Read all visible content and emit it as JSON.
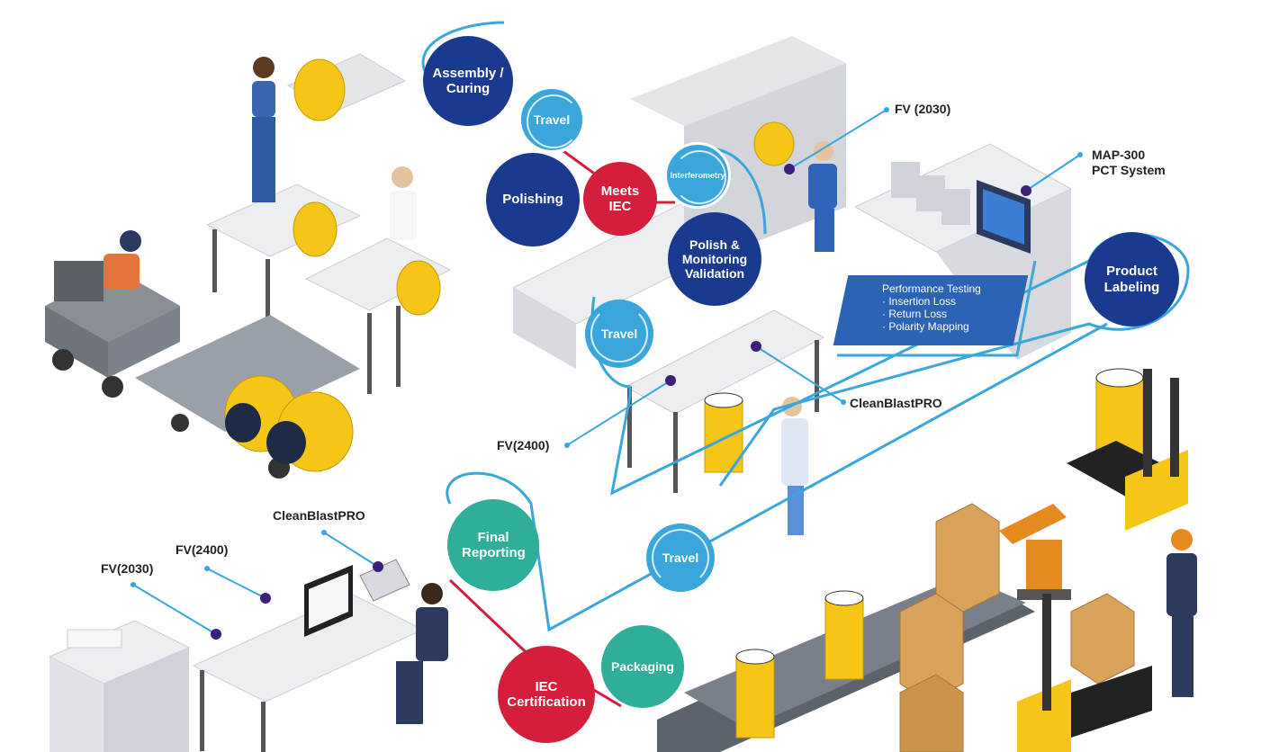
{
  "colors": {
    "navy": "#1a3a8f",
    "red": "#d41e3c",
    "teal": "#2fae9a",
    "light_blue": "#3aa6dc",
    "path_line": "#3aa6dc",
    "panel_blue": "#2b63b5",
    "coil_yellow": "#f5c518"
  },
  "process_steps": {
    "assembly": "Assembly / Curing",
    "travel_1": "Travel",
    "polishing": "Polishing",
    "meets_iec": "Meets IEC",
    "interferometry": "Interferometry",
    "polish_validation": "Polish & Monitoring Validation",
    "travel_2": "Travel",
    "product_labeling": "Product Labeling",
    "travel_3": "Travel",
    "final_reporting": "Final Reporting",
    "packaging": "Packaging",
    "iec_certification": "IEC Certification"
  },
  "callouts": {
    "fv2030_top": "FV (2030)",
    "map300_line1": "MAP-300",
    "map300_line2": "PCT System",
    "cleanblast_mid": "CleanBlastPRO",
    "fv2400_mid": "FV(2400)",
    "cleanblast_bottom": "CleanBlastPRO",
    "fv2400_bottom": "FV(2400)",
    "fv2030_bottom": "FV(2030)"
  },
  "performance_testing": {
    "title": "Performance Testing",
    "items": [
      "· Insertion Loss",
      "· Return Loss",
      "· Polarity Mapping"
    ]
  },
  "icons": [
    "travel-cycle-icon",
    "worker-figure-icon",
    "fiber-coil-icon",
    "forklift-icon",
    "robot-arm-icon",
    "conveyor-icon",
    "cardboard-box-icon",
    "monitor-icon",
    "printer-icon"
  ]
}
